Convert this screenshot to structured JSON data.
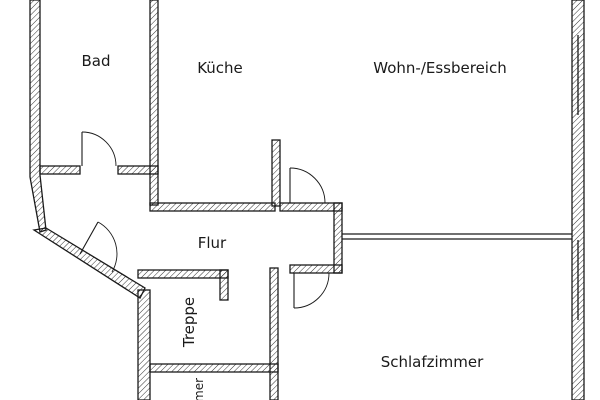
{
  "floor_plan": {
    "rooms": [
      {
        "id": "bad",
        "label": "Bad"
      },
      {
        "id": "kueche",
        "label": "Küche"
      },
      {
        "id": "wohn",
        "label": "Wohn-/Essbereich"
      },
      {
        "id": "flur",
        "label": "Flur"
      },
      {
        "id": "treppe",
        "label": "Treppe"
      },
      {
        "id": "schlaf",
        "label": "Schlafzimmer"
      },
      {
        "id": "partial",
        "label": "mer"
      }
    ],
    "colors": {
      "line": "#1a1a1a",
      "background": "#ffffff"
    }
  }
}
